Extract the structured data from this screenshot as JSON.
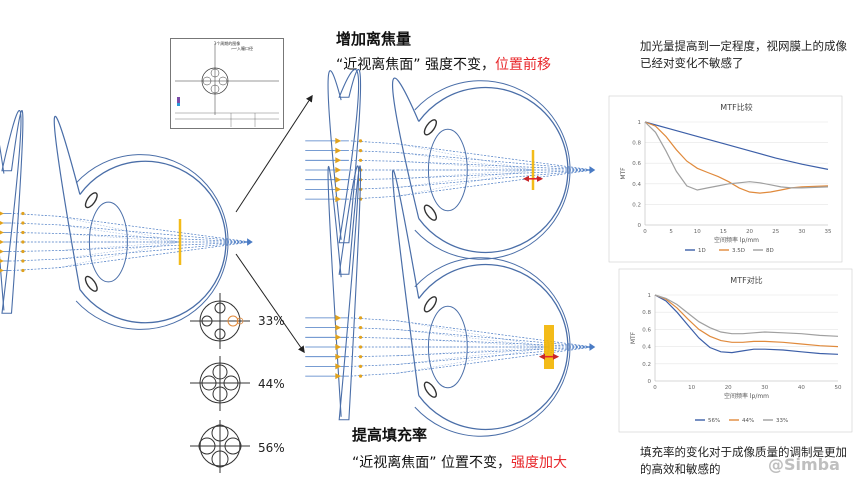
{
  "top": {
    "heading": "增加离焦量",
    "line_a": "“近视离焦面” 强度不变，",
    "line_b": "位置前移"
  },
  "bottom": {
    "heading": "提高填充率",
    "line_a": "“近视离焦面” 位置不变，",
    "line_b": "强度加大"
  },
  "notes": {
    "top_right": "加光量提高到一定程度，视网膜上的成像已经对变化不敏感了",
    "bottom_right": "填充率的变化对于成像质量的调制是更加的高效和敏感的"
  },
  "watermark": "@Simba",
  "inset": {
    "title": "3个周期的图像",
    "label": "入瞳口径"
  },
  "percentages": [
    "33%",
    "44%",
    "56%"
  ],
  "colors": {
    "eye": "#4a6ea8",
    "ray": "#4a7bc4",
    "arrow": "#e0a21e",
    "focus": "#f2b400",
    "red": "#e8272b",
    "s1": "#3c5fa8",
    "s2": "#e08a3c",
    "s3": "#a0a0a0"
  },
  "chart_data": [
    {
      "type": "line",
      "title": "MTF比较",
      "xlabel": "空间频率 lp/mm",
      "ylabel": "MTF",
      "xlim": [
        0,
        35
      ],
      "ylim": [
        0,
        1
      ],
      "xticks": [
        0,
        5,
        10,
        15,
        20,
        25,
        30,
        35
      ],
      "yticks": [
        0,
        0.2,
        0.4,
        0.6,
        0.8,
        1
      ],
      "legend": "bottom",
      "series": [
        {
          "name": "1D",
          "x": [
            0,
            5,
            10,
            15,
            20,
            25,
            30,
            35
          ],
          "y": [
            1.0,
            0.93,
            0.86,
            0.79,
            0.72,
            0.65,
            0.59,
            0.54
          ]
        },
        {
          "name": "3.5D",
          "x": [
            0,
            2,
            4,
            6,
            8,
            10,
            12,
            14,
            16,
            18,
            20,
            22,
            24,
            26,
            28,
            30,
            35
          ],
          "y": [
            1.0,
            0.96,
            0.86,
            0.73,
            0.62,
            0.55,
            0.51,
            0.47,
            0.42,
            0.36,
            0.32,
            0.31,
            0.32,
            0.34,
            0.36,
            0.37,
            0.38
          ]
        },
        {
          "name": "8D",
          "x": [
            0,
            2,
            4,
            6,
            8,
            10,
            12,
            14,
            16,
            18,
            20,
            22,
            24,
            26,
            28,
            30,
            35
          ],
          "y": [
            1.0,
            0.9,
            0.72,
            0.52,
            0.38,
            0.34,
            0.36,
            0.38,
            0.4,
            0.41,
            0.42,
            0.41,
            0.39,
            0.37,
            0.36,
            0.36,
            0.37
          ]
        }
      ]
    },
    {
      "type": "line",
      "title": "MTF对比",
      "xlabel": "空间频率 lp/mm",
      "ylabel": "MTF",
      "xlim": [
        0,
        50
      ],
      "ylim": [
        0,
        1
      ],
      "xticks": [
        0,
        10,
        20,
        30,
        40,
        50
      ],
      "yticks": [
        0,
        0.2,
        0.4,
        0.6,
        0.8,
        1
      ],
      "legend": "bottom",
      "series": [
        {
          "name": "56%",
          "x": [
            0,
            3,
            6,
            9,
            12,
            15,
            18,
            21,
            24,
            27,
            30,
            35,
            40,
            45,
            50
          ],
          "y": [
            1.0,
            0.93,
            0.8,
            0.65,
            0.5,
            0.39,
            0.34,
            0.33,
            0.35,
            0.37,
            0.37,
            0.36,
            0.34,
            0.32,
            0.31
          ]
        },
        {
          "name": "44%",
          "x": [
            0,
            3,
            6,
            9,
            12,
            15,
            18,
            21,
            24,
            27,
            30,
            35,
            40,
            45,
            50
          ],
          "y": [
            1.0,
            0.95,
            0.85,
            0.72,
            0.6,
            0.52,
            0.47,
            0.45,
            0.45,
            0.46,
            0.46,
            0.45,
            0.43,
            0.41,
            0.4
          ]
        },
        {
          "name": "33%",
          "x": [
            0,
            3,
            6,
            9,
            12,
            15,
            18,
            21,
            24,
            27,
            30,
            35,
            40,
            45,
            50
          ],
          "y": [
            1.0,
            0.96,
            0.89,
            0.79,
            0.69,
            0.62,
            0.57,
            0.55,
            0.55,
            0.56,
            0.57,
            0.56,
            0.55,
            0.53,
            0.52
          ]
        }
      ]
    }
  ]
}
